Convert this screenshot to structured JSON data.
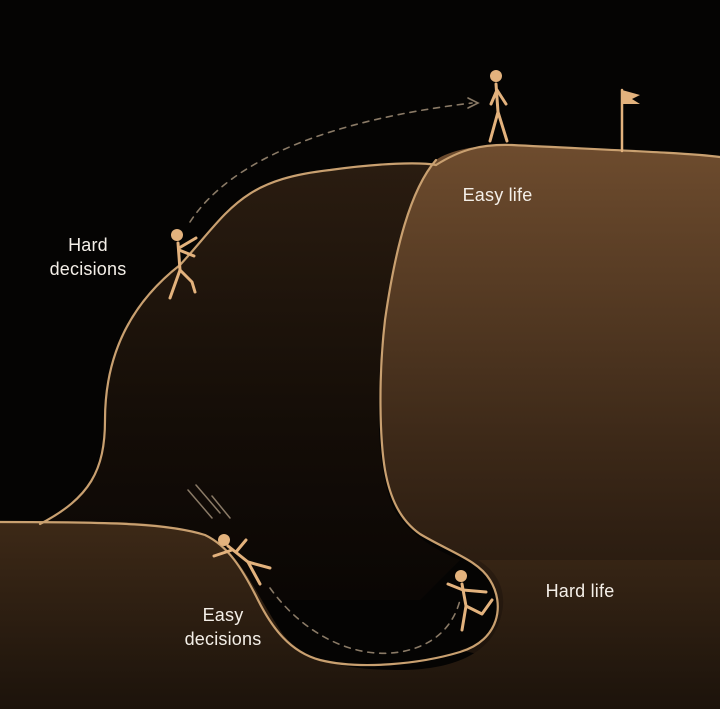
{
  "labels": {
    "easy_life": "Easy life",
    "hard_life": "Hard life",
    "hard_decisions": [
      "Hard",
      "decisions"
    ],
    "easy_decisions": [
      "Easy",
      "decisions"
    ]
  },
  "colors": {
    "background": "#050403",
    "outline": "#c9a070",
    "figure": "#e3b27d",
    "text": "#f4efe8",
    "terrain_light": "#6b4a2c",
    "terrain_dark": "#120c07"
  }
}
